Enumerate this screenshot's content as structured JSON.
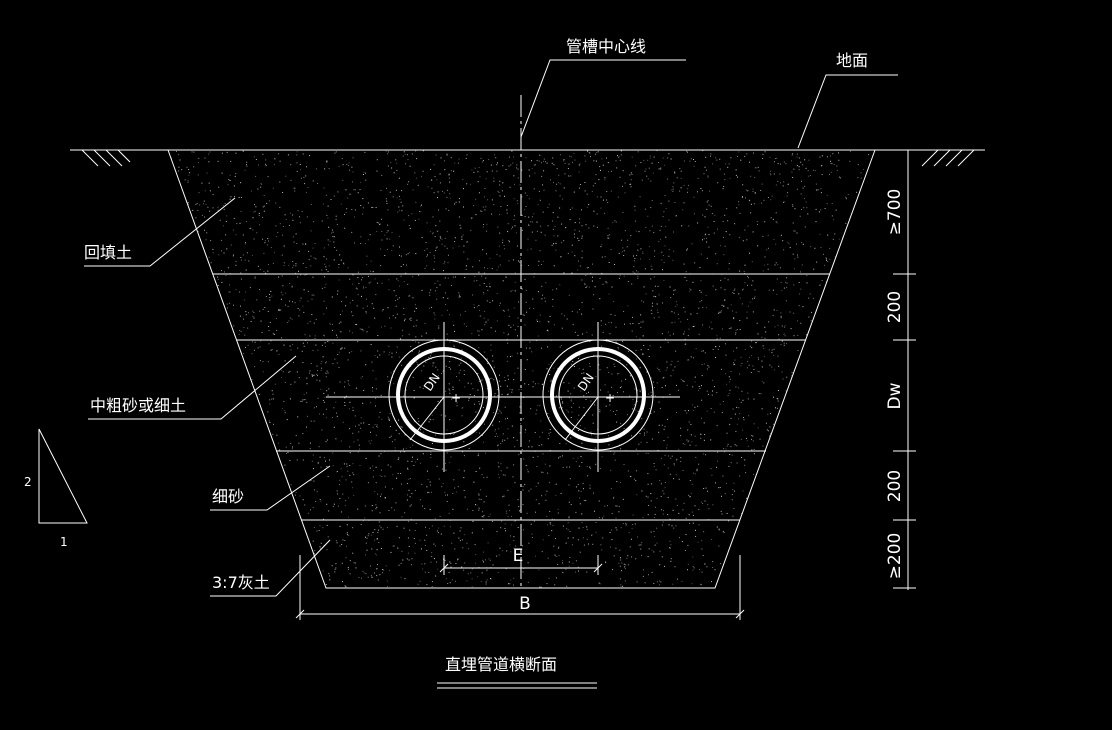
{
  "labels": {
    "centerline": "管槽中心线",
    "ground": "地面",
    "backfill": "回填土",
    "sand_or_soil": "中粗砂或细土",
    "fine_sand": "细砂",
    "lime_soil": "3:7灰土",
    "title": "直埋管道横断面"
  },
  "dimensions": {
    "d1": "≥700",
    "d2": "200",
    "d3": "Dw",
    "d4": "200",
    "d5": "≥200",
    "spacing": "E",
    "width": "B"
  },
  "pipes": {
    "left_label": "DN",
    "right_label": "DN"
  },
  "slope": {
    "rise": "2",
    "run": "1"
  },
  "colors": {
    "background": "#000000",
    "line": "#ffffff",
    "speckle": "#d8d8d8"
  }
}
